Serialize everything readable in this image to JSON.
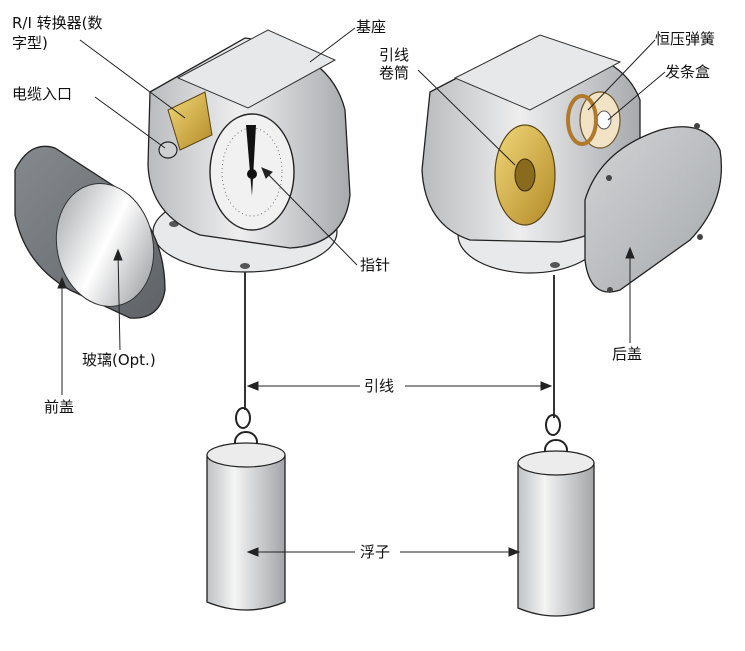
{
  "labels": {
    "ri_converter": "R/I 转换器(数",
    "ri_converter_2": "字型)",
    "base": "基座",
    "cable_entry": "电缆入口",
    "wire_reel_1": "引线",
    "wire_reel_2": "卷筒",
    "constant_spring": "恒压弹簧",
    "spring_box": "发条盒",
    "pointer": "指针",
    "glass": "玻璃(Opt.)",
    "back_cover": "后盖",
    "wire": "引线",
    "front_cover": "前盖",
    "float": "浮子"
  },
  "colors": {
    "housing": "#d9dadc",
    "housing_dark": "#9a9ca0",
    "cover_dark": "#6f7377",
    "gear_gold": "#d8b44a",
    "dial_face": "#f1f1f1",
    "line": "#222222"
  }
}
